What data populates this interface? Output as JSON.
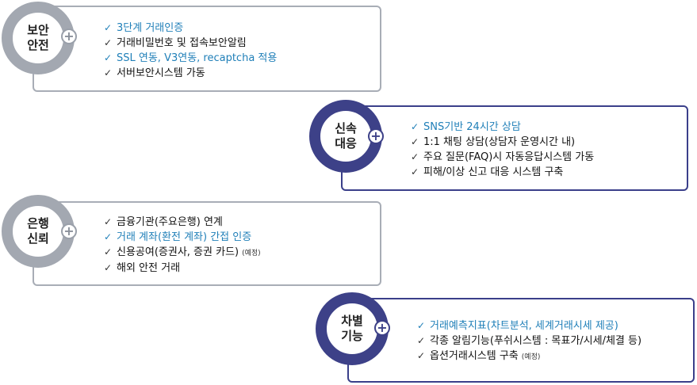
{
  "blocks": [
    {
      "style": "gray",
      "title_line1": "보안",
      "title_line2": "안전",
      "items": [
        {
          "text": "3단계 거래인증",
          "highlight": true,
          "note": ""
        },
        {
          "text": "거래비밀번호 및 접속보안알림",
          "highlight": false,
          "note": ""
        },
        {
          "text": "SSL 연동, V3연동, recaptcha 적용",
          "highlight": true,
          "note": ""
        },
        {
          "text": "서버보안시스템 가동",
          "highlight": false,
          "note": ""
        }
      ]
    },
    {
      "style": "navy",
      "title_line1": "신속",
      "title_line2": "대응",
      "items": [
        {
          "text": "SNS기반 24시간 상담",
          "highlight": true,
          "note": ""
        },
        {
          "text": "1:1 채팅 상담(상담자 운영시간 내)",
          "highlight": false,
          "note": ""
        },
        {
          "text": "주요 질문(FAQ)시 자동응답시스템 가동",
          "highlight": false,
          "note": ""
        },
        {
          "text": "피해/이상 신고 대응 시스템 구축",
          "highlight": false,
          "note": ""
        }
      ]
    },
    {
      "style": "gray",
      "title_line1": "은행",
      "title_line2": "신뢰",
      "items": [
        {
          "text": "금융기관(주요은행) 연계",
          "highlight": false,
          "note": ""
        },
        {
          "text": "거래 계좌(환전 계좌) 간접 인증",
          "highlight": true,
          "note": ""
        },
        {
          "text": "신용공여(증권사, 증권 카드)",
          "highlight": false,
          "note": "(예정)"
        },
        {
          "text": "해외 안전 거래",
          "highlight": false,
          "note": ""
        }
      ]
    },
    {
      "style": "navy",
      "title_line1": "차별",
      "title_line2": "기능",
      "items": [
        {
          "text": "거래예측지표(차트분석, 세계거래시세 제공)",
          "highlight": true,
          "note": ""
        },
        {
          "text": "각종 알림기능(푸쉬시스템 : 목표가/시세/체결 등)",
          "highlight": false,
          "note": ""
        },
        {
          "text": "옵션거래시스템 구축",
          "highlight": false,
          "note": "(예정)"
        }
      ]
    }
  ],
  "icons": {
    "check": "✓",
    "plus": "+"
  }
}
